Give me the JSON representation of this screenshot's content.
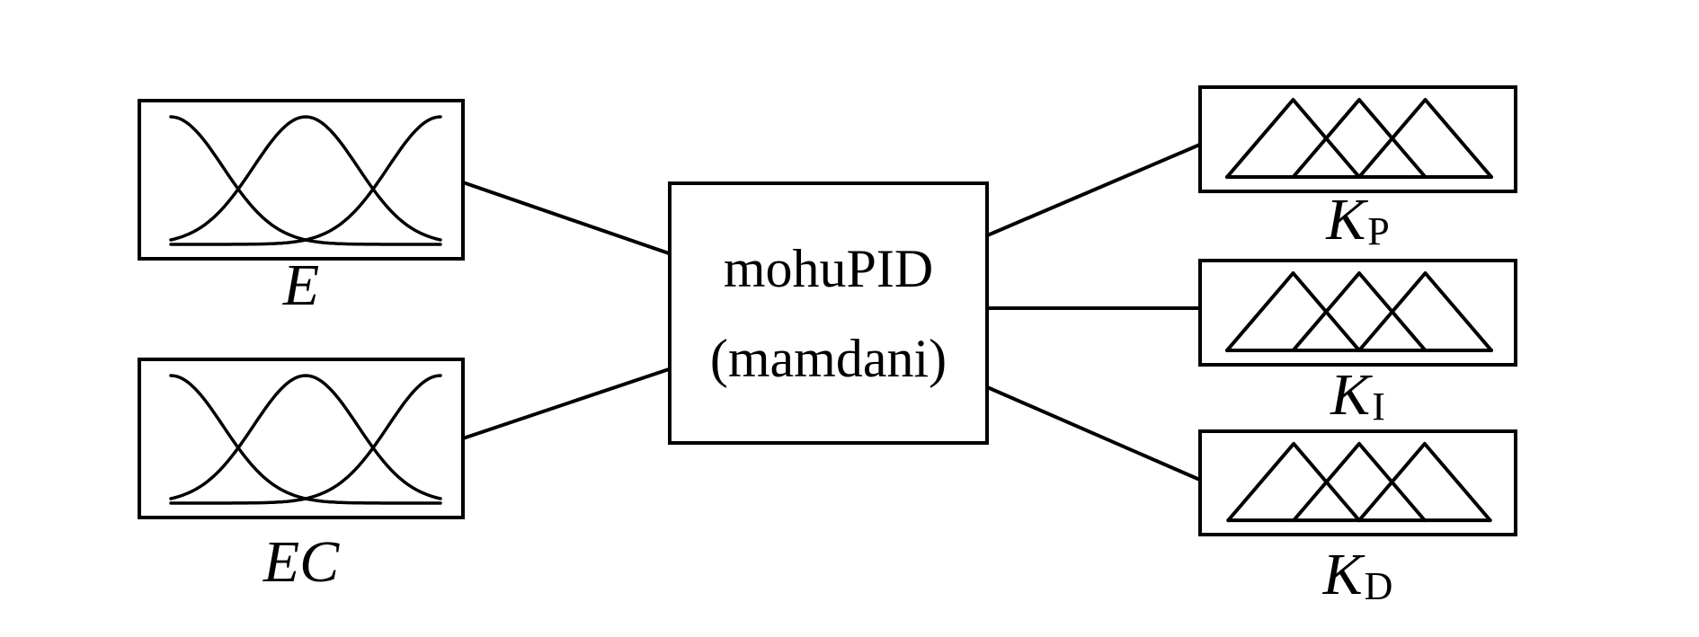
{
  "diagram": {
    "background_color": "#ffffff",
    "stroke_color": "#000000",
    "nodes": {
      "input_e": {
        "label": "E",
        "mf_type": "gaussian",
        "mf_curve_count": 3
      },
      "input_ec": {
        "label": "EC",
        "mf_type": "gaussian",
        "mf_curve_count": 3
      },
      "controller": {
        "line1": "mohuPID",
        "line2": "(mamdani)"
      },
      "output_kp": {
        "label_main": "K",
        "label_sub": "P",
        "mf_type": "triangle",
        "mf_curve_count": 3
      },
      "output_ki": {
        "label_main": "K",
        "label_sub": "I",
        "mf_type": "triangle",
        "mf_curve_count": 3
      },
      "output_kd": {
        "label_main": "K",
        "label_sub": "D",
        "mf_type": "triangle",
        "mf_curve_count": 3
      }
    },
    "connections": [
      {
        "from": "input_e",
        "to": "controller"
      },
      {
        "from": "input_ec",
        "to": "controller"
      },
      {
        "from": "controller",
        "to": "output_kp"
      },
      {
        "from": "controller",
        "to": "output_ki"
      },
      {
        "from": "controller",
        "to": "output_kd"
      }
    ]
  }
}
